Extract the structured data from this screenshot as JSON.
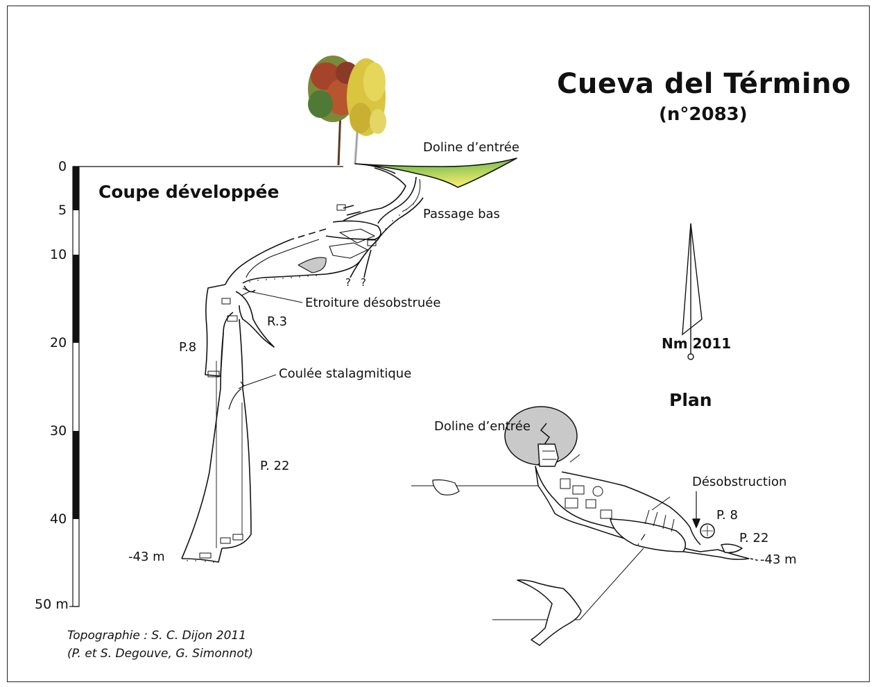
{
  "title": "Cueva del Término",
  "subtitle": "(n°2083)",
  "section_profile": "Coupe développée",
  "section_plan": "Plan",
  "scale": {
    "ticks": [
      "0",
      "5",
      "10",
      "20",
      "30",
      "40",
      "50 m"
    ],
    "unit": "m"
  },
  "profile_labels": {
    "doline": "Doline d’entrée",
    "passage": "Passage bas",
    "etroiture": "Etroiture désobstruée",
    "r3": "R.3",
    "p8": "P.8",
    "coulee": "Coulée stalagmitique",
    "p22": "P. 22",
    "depth": "-43 m",
    "question_marks": [
      "?",
      "?"
    ]
  },
  "plan_labels": {
    "doline": "Doline d’entrée",
    "desobstruction": "Désobstruction",
    "p8": "P. 8",
    "p22": "P. 22",
    "depth": "-43 m"
  },
  "north": {
    "label": "Nm 2011",
    "icon": "north-arrow-icon"
  },
  "credits": {
    "line1": "Topographie : S. C. Dijon 2011",
    "line2": "(P. et S. Degouve, G. Simonnot)"
  },
  "colors": {
    "ink": "#111111",
    "doline_fill_top": "#5fae4a",
    "doline_fill_bottom": "#e7e46a",
    "gray_fill": "#c9c9c9",
    "tree_red": "#a5442a",
    "tree_green": "#4e7a35",
    "tree_yellow": "#d9c540"
  }
}
